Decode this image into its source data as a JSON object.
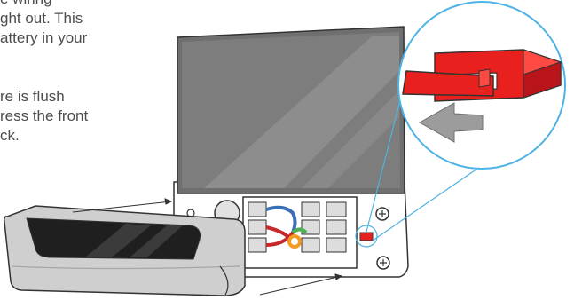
{
  "instructions": {
    "paragraph1": [
      "e wiring",
      "ght out. This",
      "attery in your"
    ],
    "paragraph2": [
      "re is flush",
      "ress the front",
      "ck."
    ]
  },
  "illustration": {
    "parts": [
      "front-panel",
      "base-plate",
      "screen",
      "wire-terminals",
      "battery-tab",
      "magnifier-circle",
      "arrow-icon"
    ],
    "colors": {
      "outline": "#333333",
      "screen": "#7a7a7a",
      "panel_top": "#1f1f1f",
      "panel_body": "#cfcfcf",
      "tab_red": "#e8201e",
      "circle": "#4fb3e3",
      "arrow": "#9c9c9c",
      "wire_red": "#c6282c",
      "wire_blue": "#3a6fb5",
      "wire_green": "#4caf50",
      "wire_orange": "#f29b20"
    }
  }
}
